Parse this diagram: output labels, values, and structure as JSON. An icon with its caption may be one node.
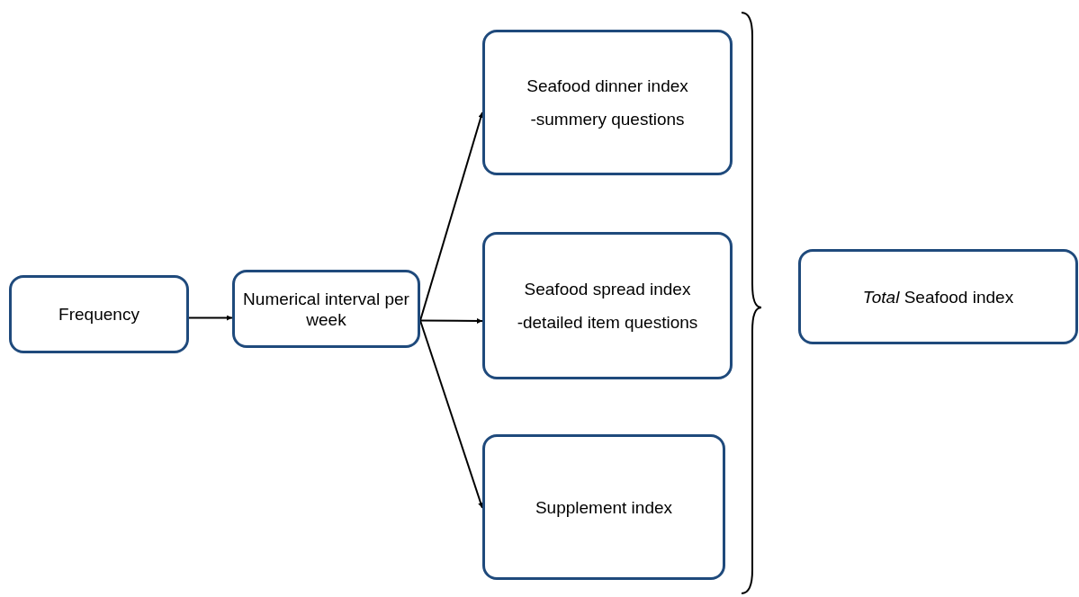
{
  "diagram": {
    "nodes": [
      {
        "text": [
          "Frequency"
        ]
      },
      {
        "text": [
          "Numerical interval per week"
        ]
      },
      {
        "text": [
          "Seafood dinner index",
          "-summery questions"
        ]
      },
      {
        "text": [
          "Seafood spread index",
          "-detailed item questions"
        ]
      },
      {
        "text": [
          "Supplement index"
        ]
      },
      {
        "text": [
          "*Total* Seafood index"
        ]
      }
    ],
    "edges": [
      {
        "from": 0,
        "to": 1,
        "arrow": "to"
      },
      {
        "from": 1,
        "to": 2,
        "arrow": "to"
      },
      {
        "from": 1,
        "to": 3,
        "arrow": "to"
      },
      {
        "from": 1,
        "to": 4,
        "arrow": "to"
      }
    ]
  }
}
